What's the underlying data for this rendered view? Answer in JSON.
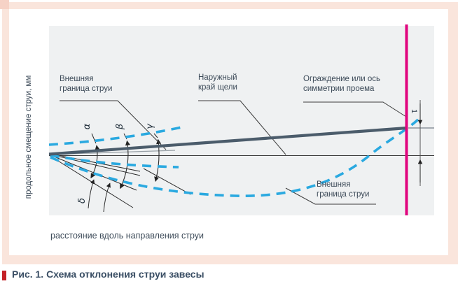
{
  "figure": {
    "caption": "Рис. 1. Схема отклонения струи завесы",
    "axes": {
      "y": "продольное смещение струи, мм",
      "x": "расстояние вдоль направления струи"
    },
    "callouts": {
      "outer_boundary_top": {
        "line1": "Внешняя",
        "line2": "граница струи"
      },
      "slot_outer_edge": {
        "line1": "Наружный",
        "line2": "край щели"
      },
      "enclosure_axis": {
        "line1": "Ограждение или ось",
        "line2": "симметрии проема"
      },
      "outer_boundary_bottom": {
        "line1": "Внешняя",
        "line2": "граница струи"
      }
    },
    "angles": {
      "alpha": "α",
      "beta": "β",
      "gamma": "γ",
      "delta": "δ"
    },
    "dimension_label": "1"
  },
  "colors": {
    "jet_boundary_dash": "#2aa9e0",
    "jet_axis_line": "#4b5c6b",
    "enclosure_line": "#e0057e",
    "frame_border": "#fae5dc",
    "panel_background": "#eff1f2",
    "label_text": "#3d4b59",
    "caption_text": "#3a4e64",
    "caption_bullet": "#c42127"
  }
}
